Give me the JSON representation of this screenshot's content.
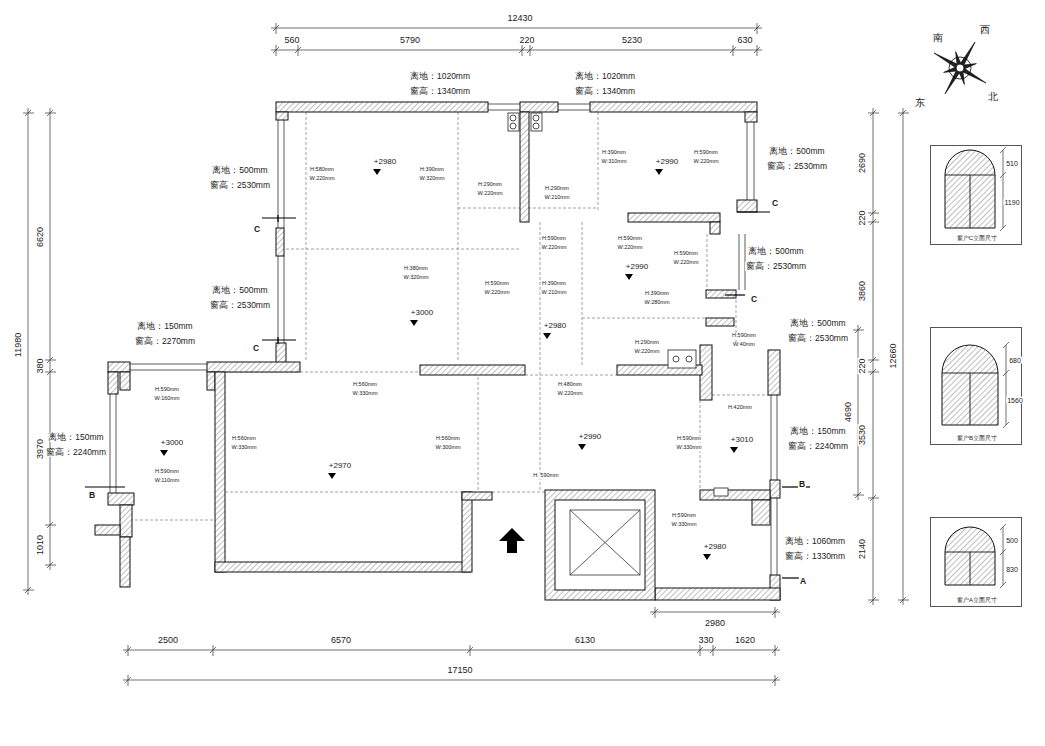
{
  "diagram": {
    "nodes": [
      {
        "text": [
          "510",
          "1190",
          "窗户C立面尺寸"
        ]
      },
      {
        "text": [
          "680",
          "1560",
          "窗户B立面尺寸"
        ]
      },
      {
        "text": [
          "500",
          "830",
          "窗户A立面尺寸"
        ]
      }
    ],
    "labels": [
      "12430",
      "560",
      "5790",
      "220",
      "5230",
      "630",
      "离地：1020mm",
      "窗高：1340mm",
      "离地：1020mm",
      "窗高：1340mm",
      "离地：500mm",
      "窗高：2530mm",
      "离地：500mm",
      "窗高：2530mm",
      "离地：150mm",
      "窗高：2270mm",
      "离地：150mm",
      "窗高：2240mm",
      "离地：500mm",
      "窗高：2530mm",
      "离地：500mm",
      "窗高：2530mm",
      "离地：500mm",
      "窗高：2530mm",
      "离地：150mm",
      "窗高：2240mm",
      "离地：1060mm",
      "窗高：1330mm",
      "11980",
      "6620",
      "380",
      "3970",
      "1010",
      "2690",
      "220",
      "3860",
      "220",
      "4690",
      "3530",
      "2140",
      "12660",
      "2500",
      "6570",
      "6130",
      "330",
      "1620",
      "17150",
      "2980",
      "+2980",
      "+2990",
      "+2990",
      "+3000",
      "+2980",
      "+3000",
      "+2970",
      "+2990",
      "+3010",
      "+2980",
      "H:580mm",
      "W:220mm",
      "H:390mm",
      "W:320mm",
      "H:290mm",
      "W:220mm",
      "H:290mm",
      "W:210mm",
      "H:390mm",
      "W:310mm",
      "H:590mm",
      "W:220mm",
      "H:590mm",
      "W:220mm",
      "H:590mm",
      "W:220mm",
      "H:590mm",
      "W:220mm",
      "H:380mm",
      "W:320mm",
      "H:590mm",
      "W:220mm",
      "H:390mm",
      "W:210mm",
      "H:390mm",
      "W:280mm",
      "H:590mm",
      "W:40mm",
      "H:290mm",
      "W:220mm",
      "H:590mm",
      "W:160mm",
      "H:560mm",
      "W:330mm",
      "H:480mm",
      "W:220mm",
      "H:560mm",
      "W:330mm",
      "H:560mm",
      "W:300mm",
      "H:590mm",
      "W:330mm",
      "H:590mm",
      "W:110mm",
      "H: 590mm",
      "H:590mm",
      "W:330mm",
      "H:420mm",
      "C",
      "C",
      "C",
      "C",
      "B",
      "B",
      "A",
      "南",
      "西",
      "东",
      "北"
    ]
  }
}
